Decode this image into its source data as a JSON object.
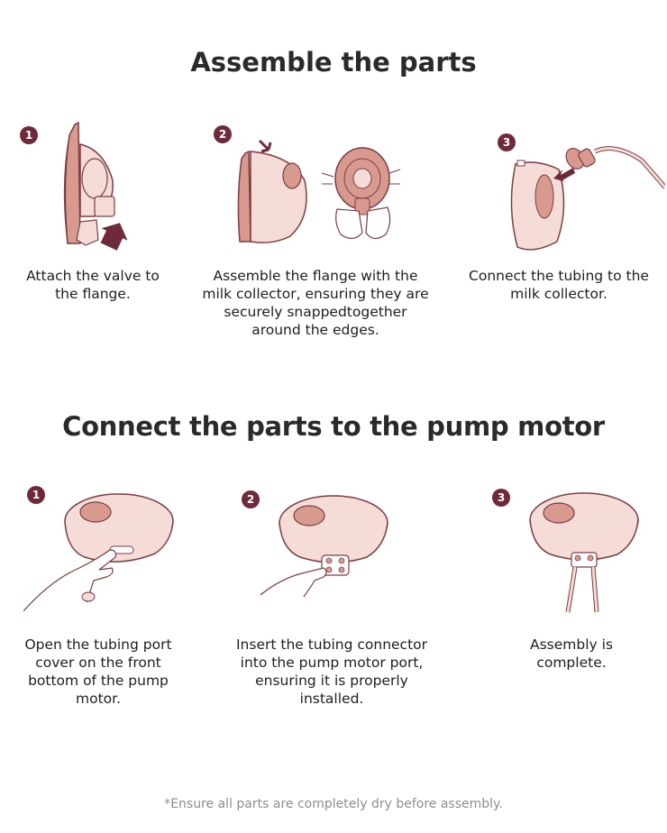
{
  "sections": [
    {
      "title": "Assemble the parts",
      "steps": [
        {
          "number": "1",
          "caption": "Attach the valve to the flange."
        },
        {
          "number": "2",
          "caption": "Assemble the flange with the milk collector, ensuring they are securely snappedtogether around the edges."
        },
        {
          "number": "3",
          "caption": "Connect the tubing to the milk collector."
        }
      ]
    },
    {
      "title": "Connect the parts to the pump motor",
      "steps": [
        {
          "number": "1",
          "caption": "Open the tubing port cover on the front bottom of the pump motor."
        },
        {
          "number": "2",
          "caption": "Insert the tubing connector into the pump motor port, ensuring it is properly installed."
        },
        {
          "number": "3",
          "caption": "Assembly is complete."
        }
      ]
    }
  ],
  "footnote": "*Ensure all parts are completely dry before assembly.",
  "colors": {
    "badge": "#6e2a3b",
    "product_fill": "#f5dcd6",
    "product_stroke": "#7a3d44",
    "accent_part": "#d89a8f",
    "arrow": "#6e2a3b"
  },
  "icons": [
    "flange-valve-illustration",
    "flange-collector-illustration",
    "tubing-collector-illustration",
    "motor-port-cover-illustration",
    "motor-connector-illustration",
    "motor-assembled-illustration"
  ]
}
